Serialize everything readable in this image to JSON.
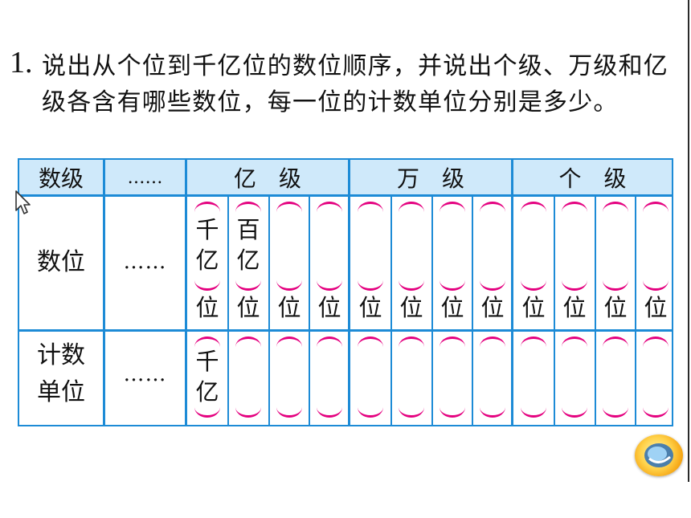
{
  "question": {
    "number": "1.",
    "text": "说出从个位到千亿位的数位顺序，并说出个级、万级和亿级各含有哪些数位，每一位的计数单位分别是多少。"
  },
  "table": {
    "header": {
      "level": "数级",
      "ellipsis": "……",
      "yi": "亿　级",
      "wan": "万　级",
      "ge": "个　级"
    },
    "rows": {
      "position_label": "数位",
      "unit_label_line1": "计数",
      "unit_label_line2": "单位",
      "ellipsis": "……"
    },
    "position_suffix": "位",
    "filled_positions": [
      {
        "line1": "千",
        "line2": "亿"
      },
      {
        "line1": "百",
        "line2": "亿"
      }
    ],
    "filled_units": [
      {
        "line1": "千",
        "line2": "亿"
      }
    ],
    "slot_count": 12
  },
  "icons": {
    "cursor": "mouse-pointer-icon",
    "nav": "return-button-icon"
  },
  "colors": {
    "grid_line": "#1d8bd6",
    "header_bg": "#cfe9fa",
    "bracket": "#e4007f"
  }
}
